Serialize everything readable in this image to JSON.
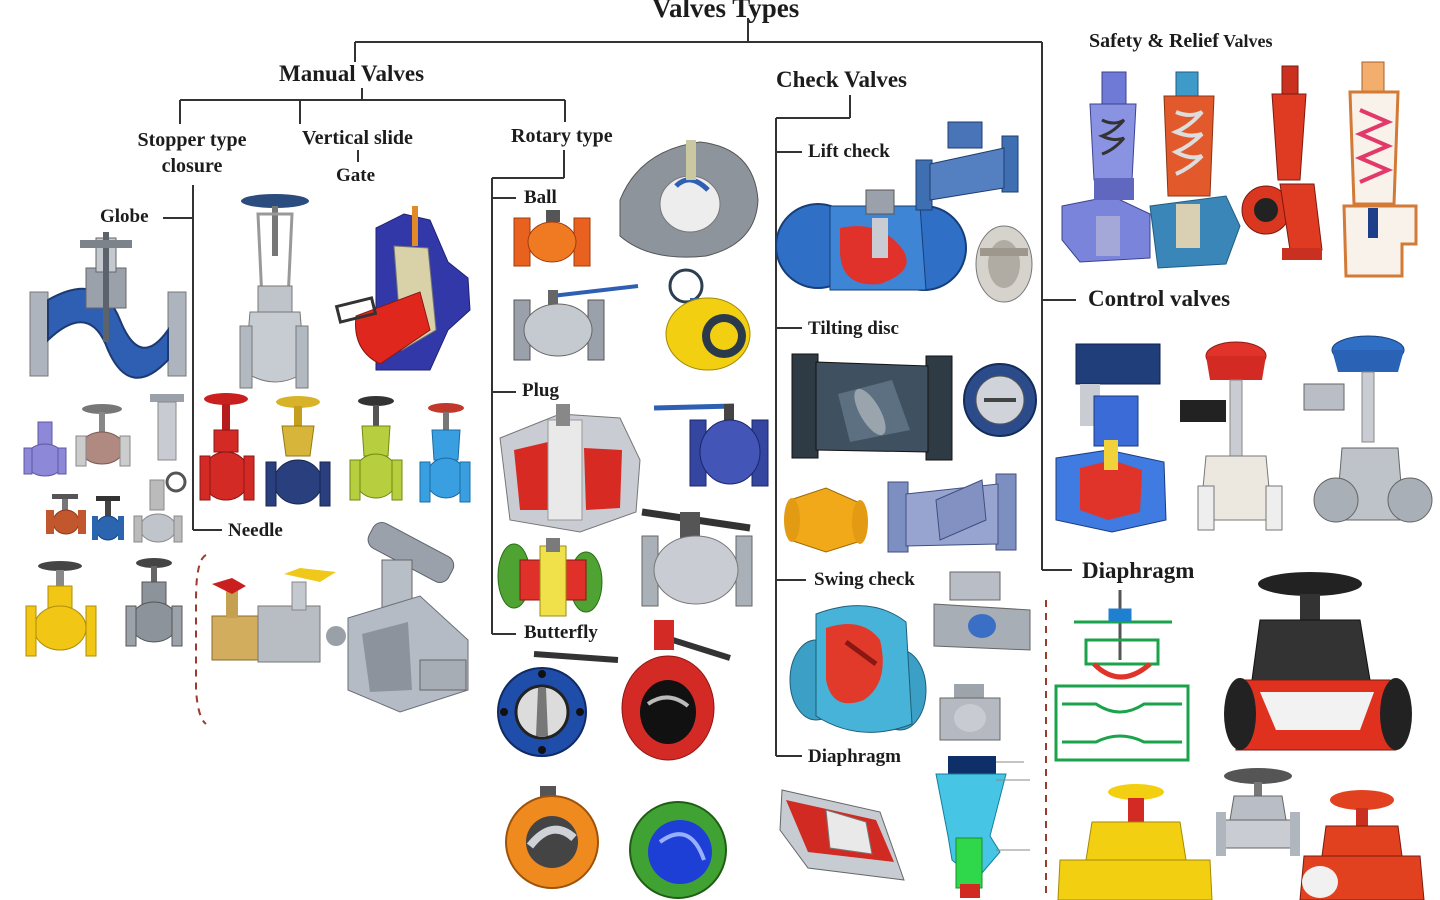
{
  "title": "Valves Types",
  "categories": {
    "manual": {
      "label": "Manual Valves",
      "stopper": {
        "label_line1": "Stopper type",
        "label_line2": "closure",
        "children": [
          "Globe",
          "Needle"
        ]
      },
      "vertical": {
        "label": "Vertical slide",
        "children": [
          "Gate"
        ]
      },
      "rotary": {
        "label": "Rotary type",
        "children": [
          "Ball",
          "Plug",
          "Butterfly"
        ]
      }
    },
    "check": {
      "label": "Check Valves",
      "children": [
        "Lift check",
        "Tilting disc",
        "Swing check",
        "Diaphragm"
      ]
    },
    "safety": {
      "label_strong": "Safety & Relief",
      "label_tail": " Valves"
    },
    "control": {
      "label": "Control valves"
    },
    "diaphragm": {
      "label": "Diaphragm"
    }
  },
  "colors": {
    "line": "#333333",
    "dash": "#9a3b2e",
    "blue": "#2f5fb3",
    "red": "#d8281e",
    "orange": "#ee7a1c",
    "yellow": "#f3cf12",
    "steel": "#b9bec6",
    "navy": "#2b3f86",
    "green": "#59a631",
    "lavender": "#8e88d8",
    "black": "#222222"
  },
  "illustrations": [
    {
      "group": "globe",
      "icons": [
        "globe-valve-cutaway-icon",
        "globe-valve-violet-icon",
        "globe-valve-grey-icon",
        "globe-valve-steel-icon",
        "globe-valve-copper-icon",
        "globe-valve-blue-icon",
        "globe-valve-yellow-icon",
        "globe-valve-dark-icon"
      ]
    },
    {
      "group": "gate",
      "icons": [
        "gate-valve-steel-icon",
        "gate-valve-cutaway-icon",
        "gate-valve-red-icon",
        "gate-valve-navy-icon",
        "gate-valve-green-icon",
        "gate-valve-blue-icon"
      ]
    },
    {
      "group": "needle",
      "icons": [
        "needle-valve-tee-icon",
        "needle-valve-cutaway-icon"
      ]
    },
    {
      "group": "ball",
      "icons": [
        "ball-valve-cutaway-icon",
        "ball-valve-orange-icon",
        "ball-valve-lever-icon",
        "ball-valve-yellow-icon"
      ]
    },
    {
      "group": "plug",
      "icons": [
        "plug-valve-cutaway-icon",
        "plug-valve-blue-icon",
        "plug-valve-steel-icon",
        "plug-valve-green-icon"
      ]
    },
    {
      "group": "butterfly",
      "icons": [
        "butterfly-valve-blue-icon",
        "butterfly-valve-red-icon",
        "butterfly-valve-orange-icon",
        "butterfly-valve-green-icon"
      ]
    },
    {
      "group": "check",
      "icons": [
        "lift-check-cutaway-icon",
        "lift-check-blue-icon",
        "lift-check-wafer-icon",
        "tilting-disc-cutaway-icon",
        "tilting-disc-wafer-icon",
        "check-valve-yellow-icon",
        "check-valve-grey-icon",
        "swing-check-cutaway-icon",
        "swing-check-steel-icon",
        "swing-check-small-icon",
        "diaphragm-check-cutaway-icon",
        "diaphragm-check-diagram-icon"
      ]
    },
    {
      "group": "safety",
      "icons": [
        "relief-valve-lavender-icon",
        "relief-valve-cutaway-icon",
        "relief-valve-red-icon",
        "relief-valve-spring-icon"
      ]
    },
    {
      "group": "control",
      "icons": [
        "control-valve-actuator-icon",
        "control-valve-red-icon",
        "control-valve-blue-icon"
      ]
    },
    {
      "group": "diaphragm",
      "icons": [
        "diaphragm-valve-diagram-icon",
        "diaphragm-valve-red-icon",
        "diaphragm-valve-yellow-icon",
        "diaphragm-valve-steel-icon",
        "diaphragm-valve-orange-icon"
      ]
    }
  ]
}
